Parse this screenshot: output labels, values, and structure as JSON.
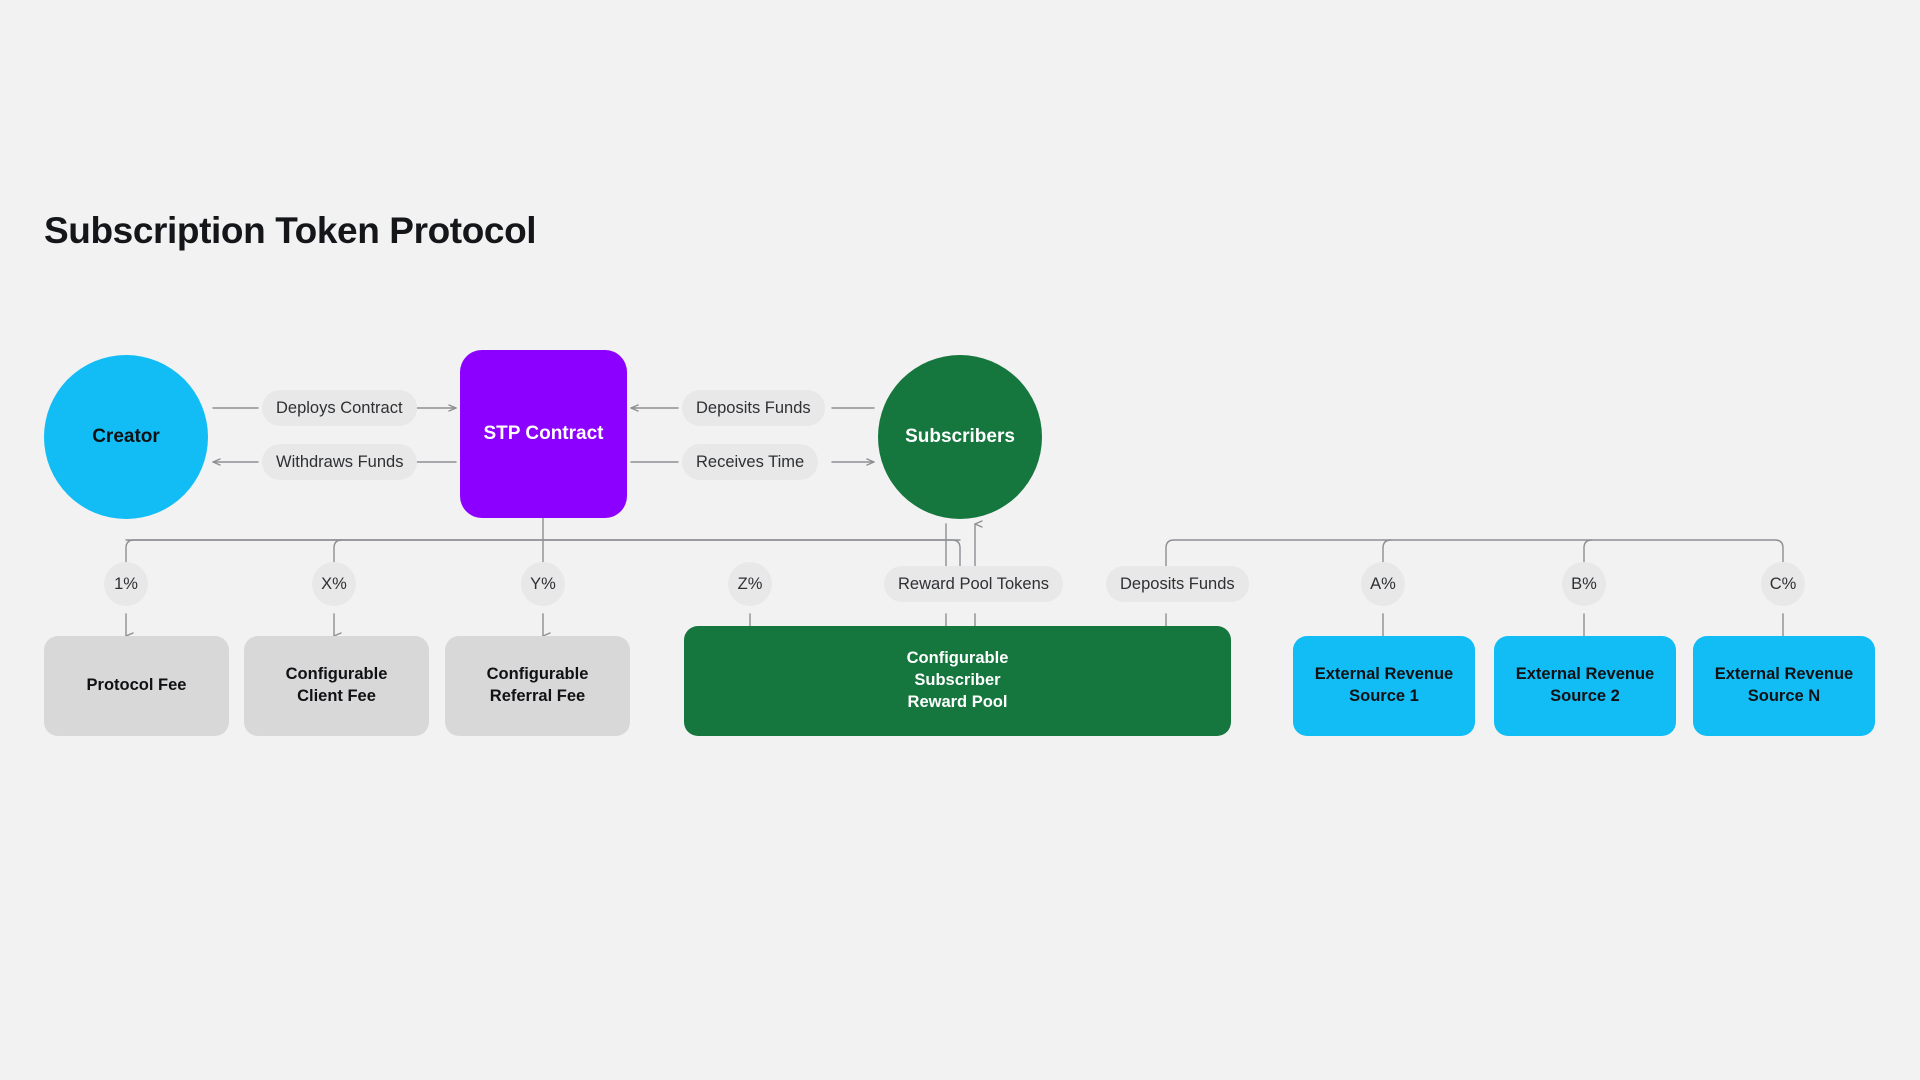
{
  "diagram": {
    "title": "Subscription Token Protocol",
    "background_color": "#f2f2f2",
    "palette": {
      "cyan": "#12bdf5",
      "purple": "#8c00ff",
      "green": "#15763e",
      "grey_box": "#d8d8d8",
      "pill_grey": "#e8e8e8",
      "wire": "#8d8f93",
      "text_dark": "#101114",
      "text_light": "#ffffff"
    },
    "actors": {
      "creator": "Creator",
      "contract": "STP Contract",
      "subscribers": "Subscribers"
    },
    "flow_labels": {
      "deploys_contract": "Deploys Contract",
      "withdraws_funds": "Withdraws Funds",
      "deposits_funds": "Deposits Funds",
      "receives_time": "Receives Time",
      "reward_pool_tokens": "Reward Pool Tokens",
      "external_deposits_funds": "Deposits Funds"
    },
    "fee_splits": [
      {
        "share": "1%",
        "label_line1": "Protocol Fee",
        "label_line2": ""
      },
      {
        "share": "X%",
        "label_line1": "Configurable",
        "label_line2": "Client Fee"
      },
      {
        "share": "Y%",
        "label_line1": "Configurable",
        "label_line2": "Referral Fee"
      },
      {
        "share": "Z%",
        "label_line1": "Configurable",
        "label_line2": "Subscriber Reward Pool"
      }
    ],
    "reward_pool": {
      "line1": "Configurable",
      "line2": "Subscriber",
      "line3": "Reward Pool"
    },
    "external_sources": [
      {
        "share": "A%",
        "line1": "External Revenue",
        "line2": "Source 1"
      },
      {
        "share": "B%",
        "line1": "External Revenue",
        "line2": "Source 2"
      },
      {
        "share": "C%",
        "line1": "External Revenue",
        "line2": "Source N"
      }
    ]
  }
}
